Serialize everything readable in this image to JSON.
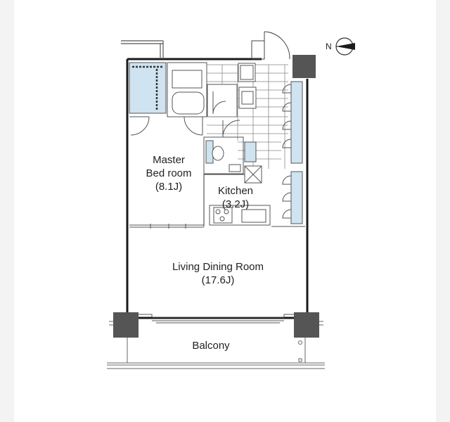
{
  "rooms": {
    "master_bedroom": {
      "name_line1": "Master",
      "name_line2": "Bed room",
      "size": "(8.1J)"
    },
    "kitchen": {
      "name": "Kitchen",
      "size": "(3.2J)"
    },
    "living_dining": {
      "name": "Living Dining Room",
      "size": "(17.6J)"
    },
    "balcony": {
      "name": "Balcony"
    }
  },
  "compass": {
    "letter": "N"
  },
  "colors": {
    "wall": "#1a1a1a",
    "pillar": "#555555",
    "glass": "#cfe3f0",
    "line": "#666666"
  }
}
